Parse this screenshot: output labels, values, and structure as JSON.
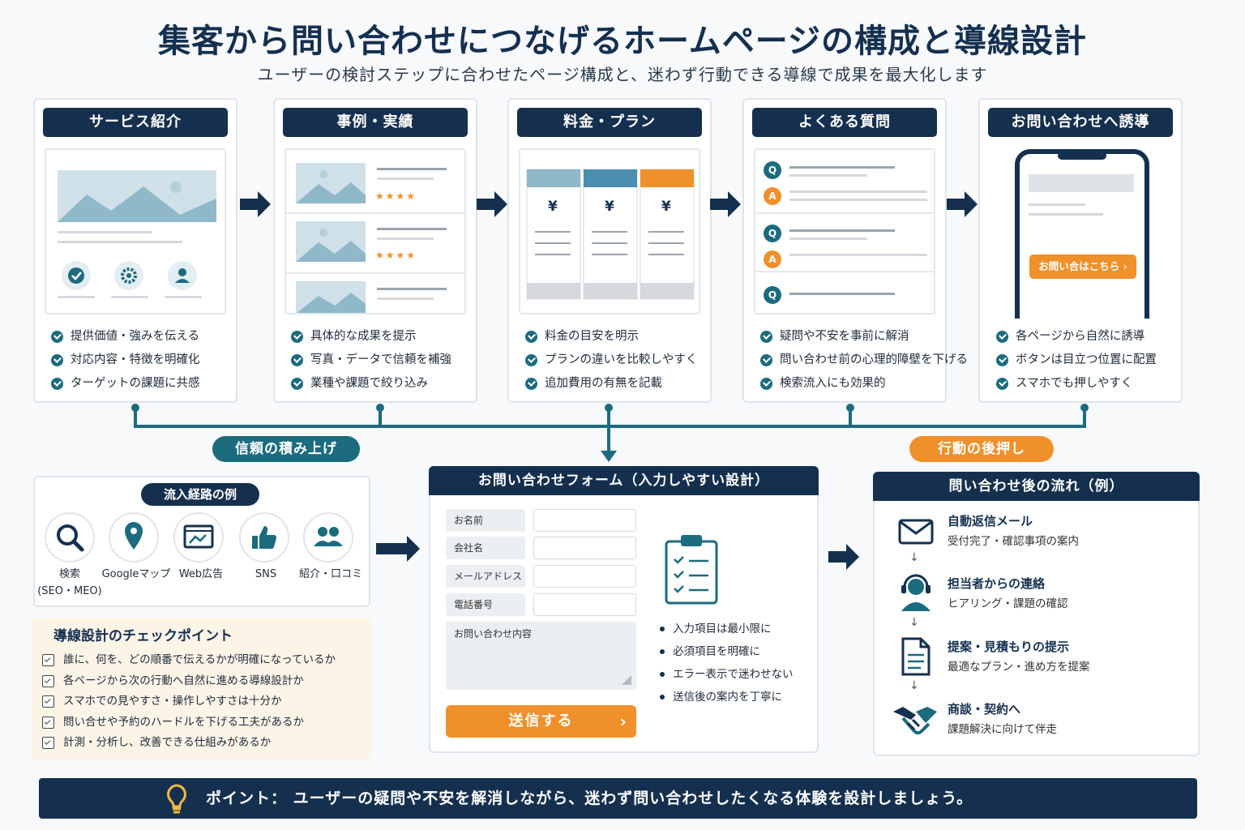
{
  "title": "集客から問い合わせにつなげるホームページの構成と導線設計",
  "subtitle": "ユーザーの検討ステップに合わせたページ構成と、迷わず行動できる導線で成果を最大化します",
  "colors": {
    "navy": "#15304f",
    "teal": "#1c6b7e",
    "orange": "#f0902a",
    "mock_blue": "#8fb8c9"
  },
  "cards": [
    {
      "title": "サービス紹介",
      "items": [
        "提供価値・強みを伝える",
        "対応内容・特徴を明確化",
        "ターゲットの課題に共感"
      ]
    },
    {
      "title": "事例・実績",
      "items": [
        "具体的な成果を提示",
        "写真・データで信頼を補強",
        "業種や課題で絞り込み"
      ]
    },
    {
      "title": "料金・プラン",
      "items": [
        "料金の目安を明示",
        "プランの違いを比較しやすく",
        "追加費用の有無を記載"
      ]
    },
    {
      "title": "よくある質問",
      "items": [
        "疑問や不安を事前に解消",
        "問い合わせ前の心理的障壁を下げる",
        "検索流入にも効果的"
      ]
    },
    {
      "title": "お問い合わせへ誘導",
      "items": [
        "各ページから自然に誘導",
        "ボタンは目立つ位置に配置",
        "スマホでも押しやすく"
      ]
    }
  ],
  "mock": {
    "yen": "¥",
    "q": "Q",
    "a": "A",
    "cta": "お問い合はこちら ›",
    "stars_full": "★★★★",
    "stars_half": "★★★★"
  },
  "pills": {
    "trust": "信頼の積み上げ",
    "action": "行動の後押し"
  },
  "sources": {
    "title": "流入経路の例",
    "items": [
      {
        "label": "検索\n(SEO・MEO)",
        "icon": "search-icon"
      },
      {
        "label": "Googleマップ",
        "icon": "map-pin-icon"
      },
      {
        "label": "Web広告",
        "icon": "web-ad-icon"
      },
      {
        "label": "SNS",
        "icon": "thumbs-up-icon"
      },
      {
        "label": "紹介・口コミ",
        "icon": "people-icon"
      }
    ]
  },
  "checkpoints": {
    "title": "導線設計のチェックポイント",
    "items": [
      "誰に、何を、どの順番で伝えるかが明確になっているか",
      "各ページから次の行動へ自然に進める導線設計か",
      "スマホでの見やすさ・操作しやすさは十分か",
      "問い合せや予約のハードルを下げる工夫があるか",
      "計測・分析し、改善できる仕組みがあるか"
    ]
  },
  "form": {
    "title": "お問い合わせフォーム（入力しやすい設計）",
    "fields": [
      "お名前",
      "会社名",
      "メールアドレス",
      "電話番号"
    ],
    "message": "お問い合わせ内容",
    "submit": "送信する",
    "submit_arrow": "›",
    "tips": [
      "入力項目は最小限に",
      "必須項目を明確に",
      "エラー表示で迷わせない",
      "送信後の案内を丁寧に"
    ]
  },
  "flow": {
    "title": "問い合わせ後の流れ（例）",
    "arrow": "↓",
    "steps": [
      {
        "title": "自動返信メール",
        "sub": "受付完了・確認事項の案内",
        "icon": "mail-icon"
      },
      {
        "title": "担当者からの連絡",
        "sub": "ヒアリング・課題の確認",
        "icon": "headset-icon"
      },
      {
        "title": "提案・見積もりの提示",
        "sub": "最適なプラン・進め方を提案",
        "icon": "document-icon"
      },
      {
        "title": "商談・契約へ",
        "sub": "課題解決に向けて伴走",
        "icon": "handshake-icon"
      }
    ]
  },
  "footer": {
    "text": "ポイント： ユーザーの疑問や不安を解消しながら、迷わず問い合わせしたくなる体験を設計しましょう。",
    "icon": "lightbulb-icon"
  }
}
